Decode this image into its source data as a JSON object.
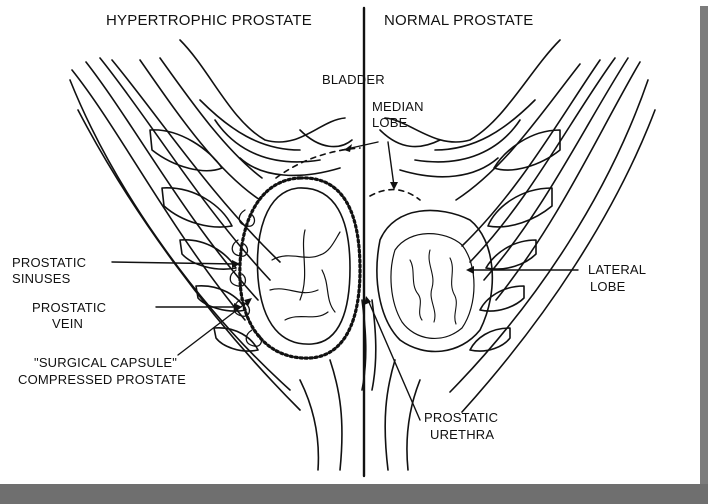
{
  "headers": {
    "left": "HYPERTROPHIC PROSTATE",
    "right": "NORMAL PROSTATE"
  },
  "labels": {
    "bladder": "BLADDER",
    "median_lobe_1": "MEDIAN",
    "median_lobe_2": "LOBE",
    "prostatic_sinuses_1": "PROSTATIC",
    "prostatic_sinuses_2": "SINUSES",
    "prostatic_vein_1": "PROSTATIC",
    "prostatic_vein_2": "VEIN",
    "surgical_capsule_1": "\"SURGICAL CAPSULE\"",
    "surgical_capsule_2": "COMPRESSED PROSTATE",
    "prostatic_urethra_1": "PROSTATIC",
    "prostatic_urethra_2": "URETHRA",
    "lateral_lobe_1": "LATERAL",
    "lateral_lobe_2": "LOBE"
  }
}
